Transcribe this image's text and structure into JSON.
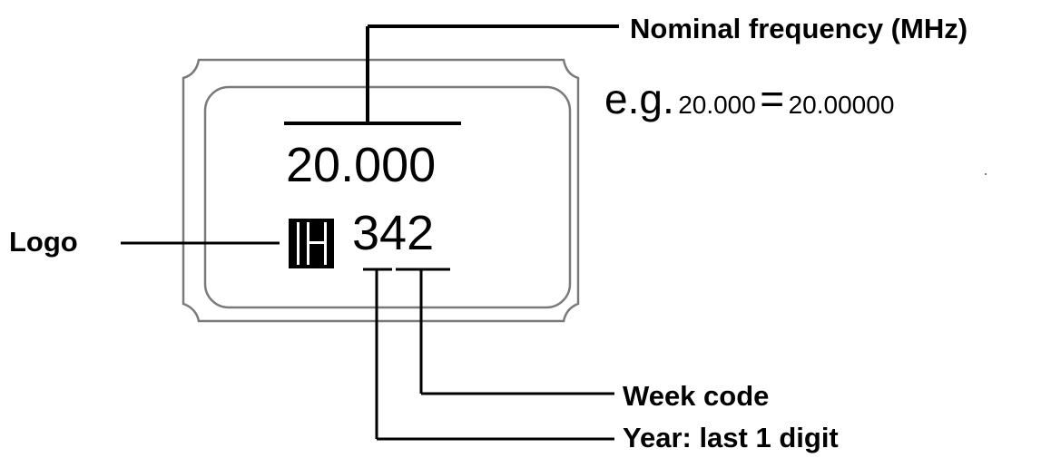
{
  "labels": {
    "nominal_frequency": "Nominal frequency (MHz)",
    "logo": "Logo",
    "week_code": "Week code",
    "year": "Year: last 1 digit"
  },
  "example": {
    "prefix": "e.g.",
    "short_value": "20.000",
    "equals": "=",
    "full_value": "20.00000"
  },
  "marking": {
    "frequency": "20.000",
    "date_code": "342"
  },
  "colors": {
    "ink": "#000000",
    "package_outline": "#7a7a7a",
    "background": "#ffffff"
  }
}
